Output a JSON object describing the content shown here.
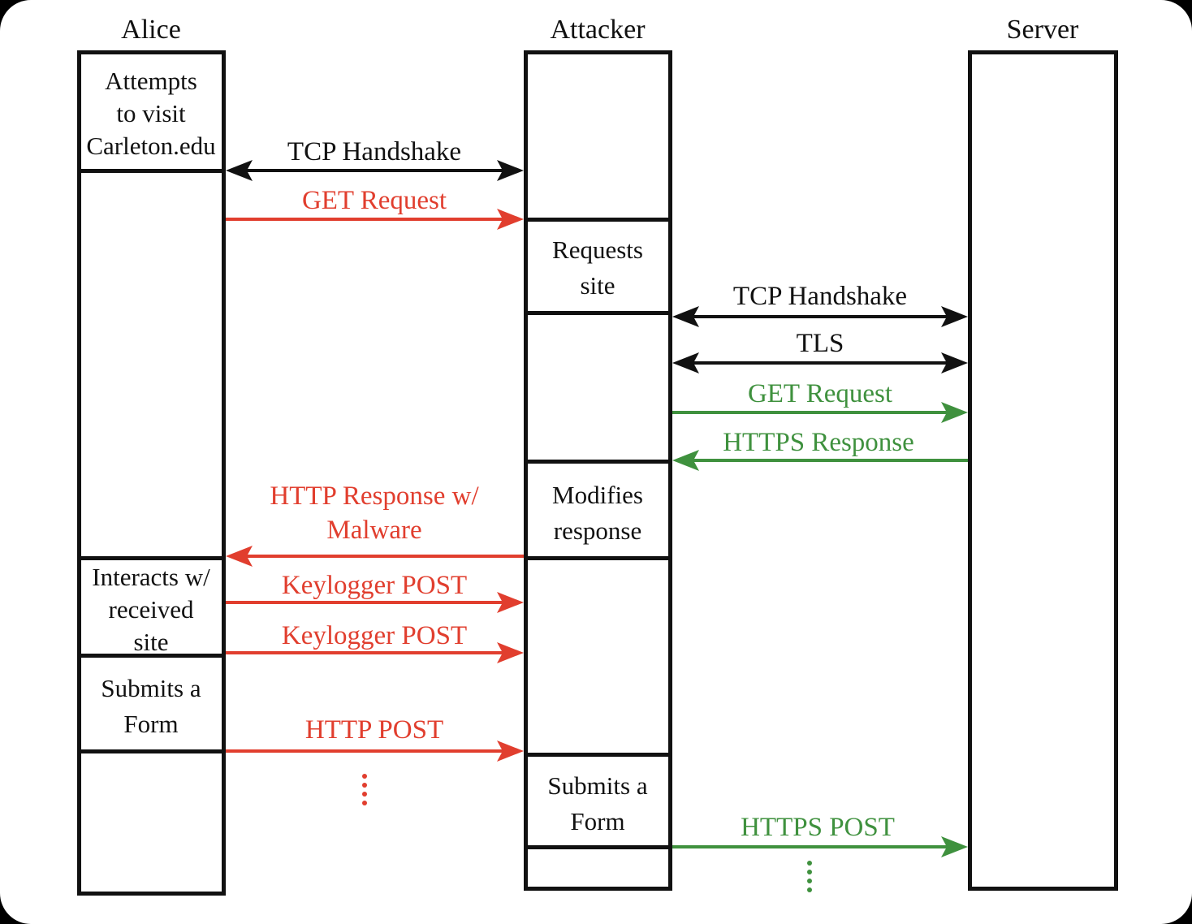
{
  "actors": [
    {
      "name": "Alice"
    },
    {
      "name": "Attacker"
    },
    {
      "name": "Server"
    }
  ],
  "lanes": {
    "alice": {
      "step1": "Attempts\nto visit\nCarleton.edu",
      "step2": "Interacts w/\nreceived\nsite",
      "step3": "Submits a\nForm"
    },
    "attacker": {
      "step1": "Requests\nsite",
      "step2": "Modifies\nresponse",
      "step3": "Submits a\nForm"
    }
  },
  "messages": [
    {
      "label": "TCP Handshake",
      "from": "Alice",
      "to": "Attacker",
      "direction": "bidirectional",
      "color": "#111111"
    },
    {
      "label": "GET Request",
      "from": "Alice",
      "to": "Attacker",
      "direction": "right",
      "color": "#e13e2e"
    },
    {
      "label": "TCP Handshake",
      "from": "Attacker",
      "to": "Server",
      "direction": "bidirectional",
      "color": "#111111"
    },
    {
      "label": "TLS",
      "from": "Attacker",
      "to": "Server",
      "direction": "bidirectional",
      "color": "#111111"
    },
    {
      "label": "GET Request",
      "from": "Attacker",
      "to": "Server",
      "direction": "right",
      "color": "#3f913e"
    },
    {
      "label": "HTTPS Response",
      "from": "Server",
      "to": "Attacker",
      "direction": "left",
      "color": "#3f913e"
    },
    {
      "label": "HTTP Response w/\nMalware",
      "from": "Attacker",
      "to": "Alice",
      "direction": "left",
      "color": "#e13e2e"
    },
    {
      "label": "Keylogger POST",
      "from": "Alice",
      "to": "Attacker",
      "direction": "right",
      "color": "#e13e2e"
    },
    {
      "label": "Keylogger POST",
      "from": "Alice",
      "to": "Attacker",
      "direction": "right",
      "color": "#e13e2e"
    },
    {
      "label": "HTTP POST",
      "from": "Alice",
      "to": "Attacker",
      "direction": "right",
      "color": "#e13e2e"
    },
    {
      "label": "HTTPS POST",
      "from": "Attacker",
      "to": "Server",
      "direction": "right",
      "color": "#3f913e"
    }
  ],
  "continuation_marks": [
    {
      "between": "Alice-Attacker",
      "glyph": "⋮",
      "color": "#e13e2e"
    },
    {
      "between": "Attacker-Server",
      "glyph": "⋮",
      "color": "#3f913e"
    }
  ],
  "colors": {
    "red": "#e13e2e",
    "green": "#3f913e",
    "black": "#111111",
    "background": "#ffffff",
    "frame": "#000000"
  }
}
